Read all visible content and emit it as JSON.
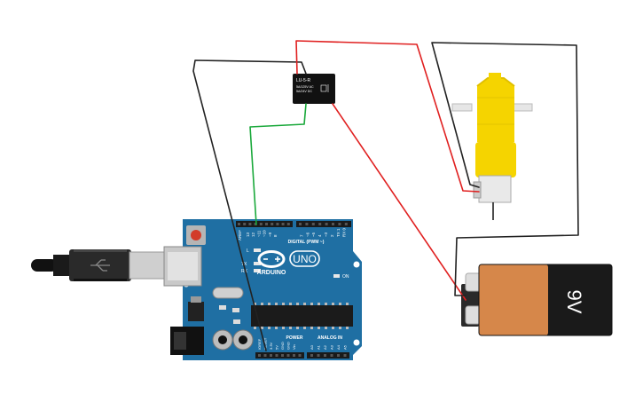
{
  "relay": {
    "model": "LU-5-R",
    "rating_1": "5A/125V AC",
    "rating_2": "5A/24V DC"
  },
  "arduino": {
    "brand": "ARDUINO",
    "model": "UNO",
    "header_label": "DIGITAL (PWM ~)",
    "aref_label": "AREF",
    "digital_pins": [
      "13",
      "12",
      "~11",
      "~10",
      "~9",
      "8",
      "7",
      "~6",
      "~5",
      "4",
      "~3",
      "2",
      "TX 1",
      "RX 0"
    ],
    "led_labels": [
      "L",
      "TX",
      "RX"
    ],
    "on_label": "ON",
    "power_label": "POWER",
    "analog_label": "ANALOG IN",
    "power_pins": [
      "IOREF",
      "RESET",
      "3.3V",
      "5V",
      "GND",
      "GND",
      "Vin"
    ],
    "analog_pins": [
      "A0",
      "A1",
      "A2",
      "A3",
      "A4",
      "A5"
    ]
  },
  "battery": {
    "voltage_label": "9V"
  },
  "colors": {
    "board": "#1f6fa3",
    "board_dark": "#185c88",
    "wire_red": "#e02020",
    "wire_black": "#222222",
    "wire_green": "#19a83a",
    "motor_yellow": "#f5d400",
    "battery_orange": "#d6874a"
  }
}
